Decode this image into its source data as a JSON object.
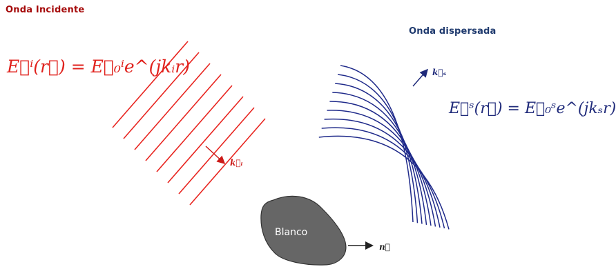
{
  "incident": {
    "title": "Onda Incidente",
    "equation": "E⃗ⁱ(r⃗) = E⃗₀ⁱe^(jkᵢr)",
    "k_label": "k⃗ᵢ",
    "color": "#e0211c"
  },
  "scattered": {
    "title": "Onda dispersada",
    "equation": "E⃗ˢ(r⃗) = E⃗₀ˢe^(jkₛr)",
    "k_label": "k⃗ₛ",
    "color": "#1f2a7a"
  },
  "target": {
    "label": "Blanco",
    "normal_label": "n⃗",
    "color": "#666666"
  }
}
